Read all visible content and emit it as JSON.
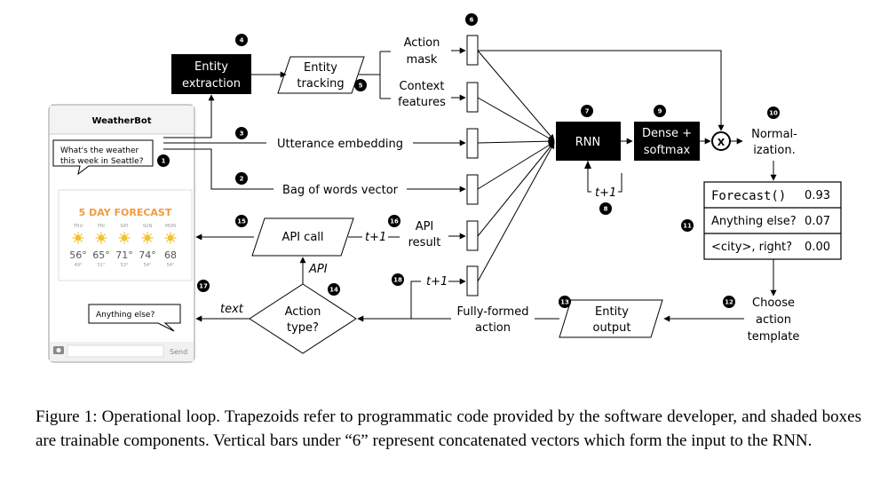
{
  "phone": {
    "title": "WeatherBot",
    "user_message_line1": "What's the weather",
    "user_message_line2": "this week in Seattle?",
    "forecast_title": "5 DAY FORECAST",
    "days": [
      "THU",
      "FRI",
      "SAT",
      "SUN",
      "MON"
    ],
    "highs": [
      "56°",
      "65°",
      "71°",
      "74°",
      "68"
    ],
    "lows": [
      "49°",
      "51°",
      "53°",
      "54°",
      "54°"
    ],
    "bot_message": "Anything else?",
    "send_label": "Send"
  },
  "nodes": {
    "entity_extraction": [
      "Entity",
      "extraction"
    ],
    "entity_tracking": [
      "Entity",
      "tracking"
    ],
    "action_mask": [
      "Action",
      "mask"
    ],
    "context_features": [
      "Context",
      "features"
    ],
    "utterance_embedding": "Utterance embedding",
    "bag_of_words": "Bag of words vector",
    "rnn": "RNN",
    "dense_softmax": [
      "Dense +",
      "softmax"
    ],
    "multiply": "X",
    "normalization": [
      "Normal-",
      "ization."
    ],
    "api_call": "API call",
    "api_result": [
      "API",
      "result"
    ],
    "t_plus_1": "t+1",
    "api_label": "API",
    "text_label": "text",
    "action_type": [
      "Action",
      "type?"
    ],
    "fully_formed_action": [
      "Fully-formed",
      "action"
    ],
    "entity_output": [
      "Entity",
      "output"
    ],
    "choose_action_template": [
      "Choose",
      "action",
      "template"
    ]
  },
  "template_table": [
    {
      "name": "Forecast()",
      "score": "0.93"
    },
    {
      "name": "Anything else?",
      "score": "0.07"
    },
    {
      "name": "<city>, right?",
      "score": "0.00"
    }
  ],
  "badges": {
    "b1": "1",
    "b2": "2",
    "b3": "3",
    "b4": "4",
    "b5": "5",
    "b6": "6",
    "b7": "7",
    "b8": "8",
    "b9": "9",
    "b10": "10",
    "b11": "11",
    "b12": "12",
    "b13": "13",
    "b14": "14",
    "b15": "15",
    "b16": "16",
    "b17": "17",
    "b18": "18"
  },
  "caption": "Figure 1: Operational loop. Trapezoids refer to programmatic code provided by the software developer, and shaded boxes are trainable components.  Vertical bars under “6” represent concatenated vectors which form the input to the RNN."
}
